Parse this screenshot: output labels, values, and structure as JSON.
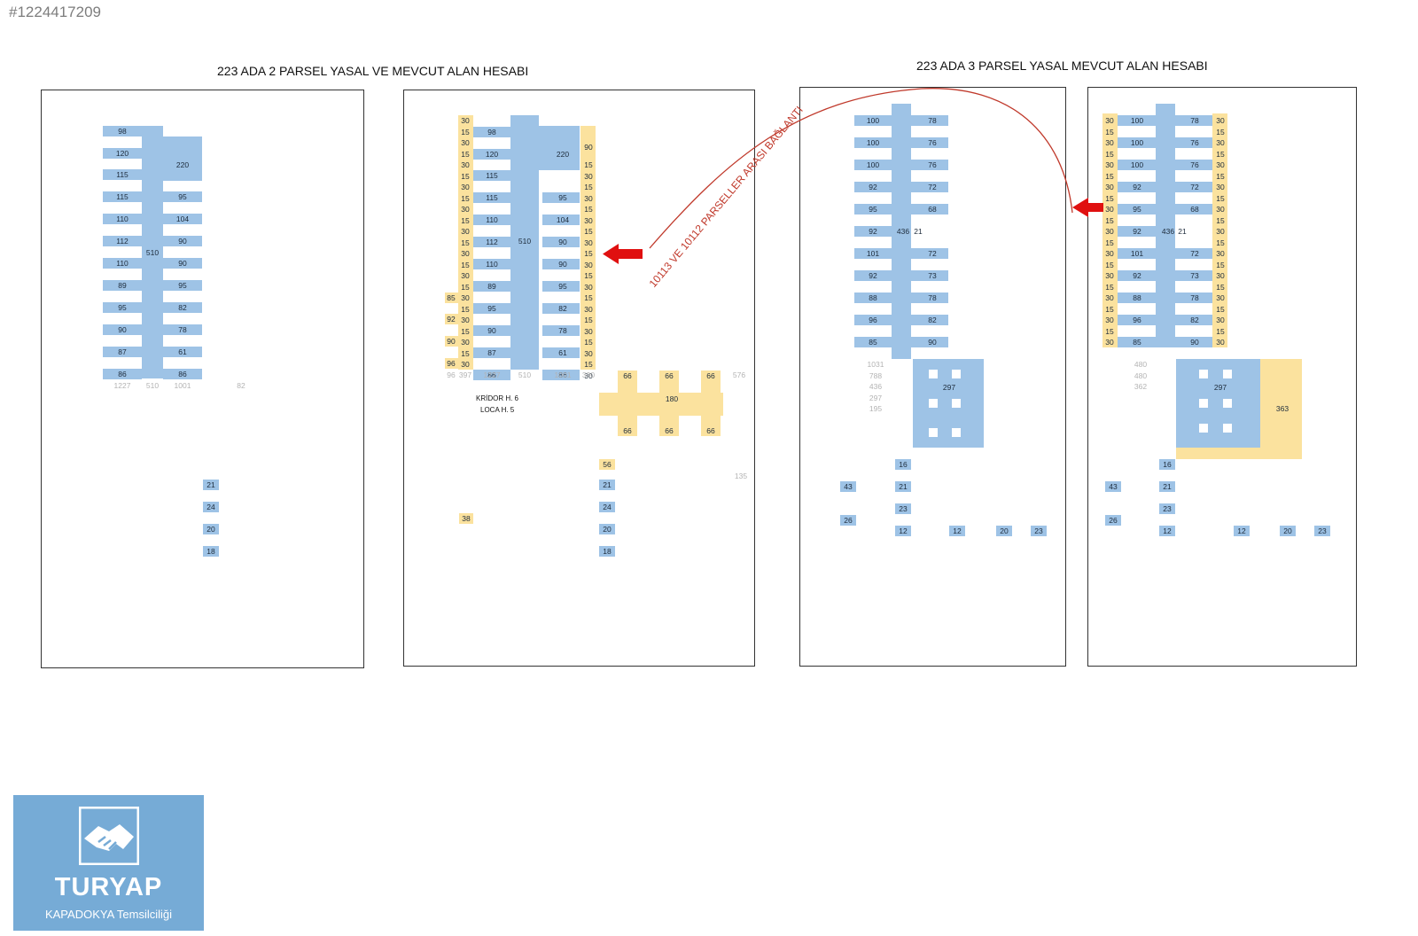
{
  "image_id": "#1224417209",
  "titles": {
    "left": "223 ADA 2 PARSEL YASAL VE MEVCUT ALAN HESABI",
    "right": "223 ADA 3 PARSEL YASAL MEVCUT ALAN HESABI"
  },
  "connection_label": "10113 VE 10112 PARSELLER ARASI BAĞLANTI",
  "notes": {
    "corridor": "KRİDOR H. 6",
    "loca": "LOCA H.   5"
  },
  "colors": {
    "legal_area": "#9ec3e6",
    "existing_extension": "#fbe29e",
    "arrow": "#e01010",
    "connector": "#c0392b"
  },
  "panel1": {
    "left_col": [
      "98",
      "120",
      "115",
      "115",
      "110",
      "112",
      "110",
      "89",
      "95",
      "90",
      "87",
      "86"
    ],
    "right_col": [
      "",
      "220",
      "",
      "95",
      "104",
      "90",
      "90",
      "95",
      "82",
      "78",
      "61",
      "86"
    ],
    "center": "510",
    "totals": [
      "1227",
      "510",
      "1001",
      "82"
    ],
    "small_boxes": [
      "21",
      "24",
      "20",
      "18"
    ]
  },
  "panel2": {
    "left_col": [
      "98",
      "120",
      "115",
      "115",
      "110",
      "112",
      "110",
      "89",
      "95",
      "90",
      "87",
      "86"
    ],
    "right_col": [
      "",
      "220",
      "",
      "95",
      "104",
      "90",
      "90",
      "95",
      "82",
      "78",
      "61",
      "86"
    ],
    "center": "510",
    "left_strip": [
      "30",
      "15",
      "30",
      "15",
      "30",
      "15",
      "30",
      "15",
      "30",
      "15",
      "30",
      "15",
      "30",
      "15",
      "30",
      "15",
      "30",
      "15",
      "30",
      "15",
      "30",
      "15",
      "30"
    ],
    "right_strip": [
      "90",
      "15",
      "30",
      "15",
      "30",
      "15",
      "30",
      "15",
      "30",
      "15",
      "30",
      "15",
      "30",
      "15",
      "30",
      "15",
      "30",
      "15",
      "30",
      "15",
      "30"
    ],
    "left_extra": [
      "85",
      "92",
      "90",
      "96"
    ],
    "totals": [
      "96",
      "397",
      "1227",
      "510",
      "1001",
      "390",
      "576"
    ],
    "cross_top": [
      "66",
      "66",
      "66"
    ],
    "cross_center": "180",
    "cross_bottom": [
      "66",
      "66",
      "66"
    ],
    "small_boxes": [
      "56",
      "21",
      "24",
      "20",
      "18"
    ],
    "yellow_small": "38",
    "faint_side": "135"
  },
  "panel3": {
    "left_col": [
      "100",
      "100",
      "100",
      "92",
      "95",
      "92",
      "101",
      "92",
      "88",
      "96",
      "85"
    ],
    "right_col": [
      "78",
      "76",
      "76",
      "72",
      "68",
      "21",
      "72",
      "73",
      "78",
      "82",
      "90"
    ],
    "center": "436",
    "block_value": "297",
    "totals": [
      "1031",
      "788",
      "436",
      "297",
      "195"
    ],
    "lower_boxes": [
      "16",
      "43",
      "21",
      "23",
      "26",
      "12",
      "12",
      "20",
      "23"
    ]
  },
  "panel4": {
    "left_col": [
      "100",
      "100",
      "100",
      "92",
      "95",
      "92",
      "101",
      "92",
      "88",
      "96",
      "85"
    ],
    "right_col": [
      "78",
      "76",
      "76",
      "72",
      "68",
      "21",
      "72",
      "73",
      "78",
      "82",
      "90"
    ],
    "center": "436",
    "left_strip": [
      "30",
      "15",
      "30",
      "15",
      "30",
      "15",
      "30",
      "15",
      "30",
      "15",
      "30",
      "15",
      "30",
      "15",
      "30",
      "15",
      "30",
      "15",
      "30",
      "15",
      "30"
    ],
    "right_strip": [
      "30",
      "15",
      "30",
      "15",
      "30",
      "15",
      "30",
      "15",
      "30",
      "15",
      "30",
      "15",
      "30",
      "15",
      "30",
      "15",
      "30",
      "15",
      "30",
      "15",
      "30"
    ],
    "block_value": "297",
    "extension_value": "363",
    "totals": [
      "480",
      "480",
      "362"
    ],
    "lower_boxes": [
      "16",
      "43",
      "21",
      "23",
      "26",
      "12",
      "12",
      "20",
      "23"
    ]
  },
  "logo": {
    "name": "TURYAP",
    "subtitle": "KAPADOKYA Temsilciliği"
  }
}
